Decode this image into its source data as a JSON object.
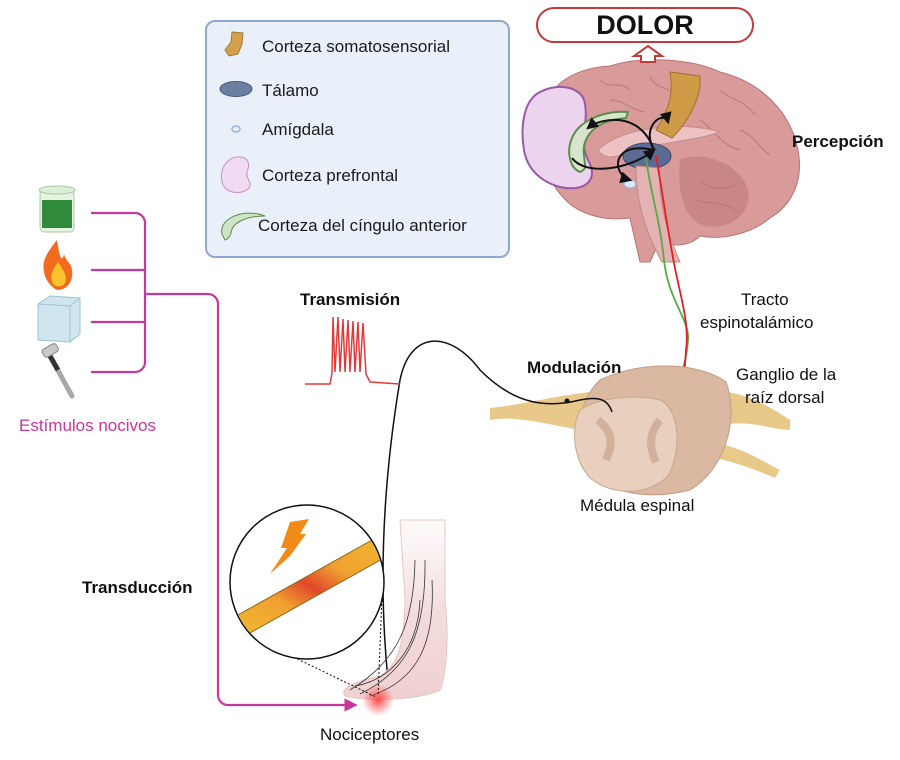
{
  "title": "DOLOR",
  "legend": {
    "items": [
      {
        "label": "Corteza somatosensorial",
        "icon": "somatosensory-cortex-icon",
        "color": "#d4a04e"
      },
      {
        "label": "Tálamo",
        "icon": "thalamus-icon",
        "color": "#6b7fa0"
      },
      {
        "label": "Amígdala",
        "icon": "amygdala-icon",
        "color": "#9ab4dc"
      },
      {
        "label": "Corteza prefrontal",
        "icon": "prefrontal-cortex-icon",
        "color": "#eed8ef"
      },
      {
        "label": "Corteza del cíngulo anterior",
        "icon": "anterior-cingulate-icon",
        "color": "#cfe3c5"
      }
    ]
  },
  "stages": {
    "perception": "Percepción",
    "transmission": "Transmisión",
    "modulation": "Modulación",
    "transduction": "Transducción"
  },
  "labels": {
    "tract_line1": "Tracto",
    "tract_line2": "espinotalámico",
    "ganglion_line1": "Ganglio de la",
    "ganglion_line2": "raíz dorsal",
    "spinal_cord": "Médula espinal",
    "nociceptors": "Nociceptores",
    "stimuli": "Estímulos nocivos"
  },
  "stimuli": [
    {
      "name": "chemical",
      "icon": "beaker-icon"
    },
    {
      "name": "heat",
      "icon": "flame-icon"
    },
    {
      "name": "cold",
      "icon": "ice-cube-icon"
    },
    {
      "name": "mechanical",
      "icon": "hammer-icon"
    }
  ],
  "colors": {
    "connector": "#c8379a",
    "dolor_border": "#c43a3a",
    "ascending_path": "#e02020",
    "descending_path": "#5aa84a",
    "legend_bg": "#eaf0f9",
    "legend_border": "#8ea7d4",
    "brain": "#d99a9a",
    "nerve": "#e9c98a"
  }
}
